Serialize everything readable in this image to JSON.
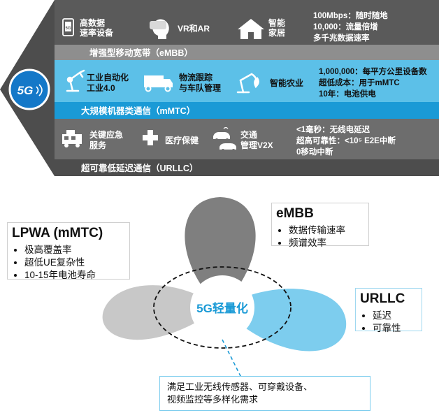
{
  "badge": {
    "label": "5G"
  },
  "embb": {
    "band_label": "增强型移动宽带（eMBB）",
    "items": [
      {
        "icon": "phone-icon",
        "line1": "高数据",
        "line2": "速率设备"
      },
      {
        "icon": "vr-headset-icon",
        "line1": "VR和AR",
        "line2": ""
      },
      {
        "icon": "house-icon",
        "line1": "智能",
        "line2": "家居"
      }
    ],
    "spec": [
      "100Mbps：随时随地",
      "10,000：流量倍增",
      "多千兆数据速率"
    ]
  },
  "mmtc": {
    "band_label": "大规模机器类通信（mMTC）",
    "items": [
      {
        "icon": "robot-arm-icon",
        "line1": "工业自动化",
        "line2": "工业4.0"
      },
      {
        "icon": "truck-icon",
        "line1": "物流跟踪",
        "line2": "与车队管理"
      },
      {
        "icon": "agri-robot-icon",
        "line1": "智能农业",
        "line2": ""
      }
    ],
    "spec": [
      "1,000,000：每平方公里设备数",
      "超低成本：用于mMTC",
      "10年：电池供电"
    ]
  },
  "urllc": {
    "band_label": "超可靠低延迟通信（URLLC）",
    "items": [
      {
        "icon": "fire-truck-icon",
        "line1": "关键应急",
        "line2": "服务"
      },
      {
        "icon": "medical-cross-icon",
        "line1": "医疗保健",
        "line2": ""
      },
      {
        "icon": "cars-icon",
        "line1": "交通",
        "line2": "管理V2X"
      }
    ],
    "spec": [
      "<1毫秒：无线电延迟",
      "超高可靠性：<10⁵ E2E中断",
      "0移动中断"
    ]
  },
  "venn": {
    "lpwa": {
      "title": "LPWA (mMTC)",
      "bullets": [
        "极高覆盖率",
        "超低UE复杂性",
        "10-15年电池寿命"
      ]
    },
    "embb": {
      "title": "eMBB",
      "bullets": [
        "数据传输速率",
        "频谱效率"
      ]
    },
    "urllc": {
      "title": "URLLC",
      "bullets": [
        "延迟",
        "可靠性"
      ]
    },
    "center_label": "5G轻量化",
    "note": [
      "满足工业无线传感器、可穿戴设备、",
      "视频监控等多样化需求"
    ]
  },
  "colors": {
    "dark_panel": "#4d4d4d",
    "mid_panel": "#6d6d6d",
    "light_band": "#8e8e8e",
    "blue_row": "#5cc0e8",
    "blue_band": "#1a9ad6",
    "badge": "#1478c8",
    "grey_lobe": "#c8c8c8",
    "dark_lobe": "#7f7f7f",
    "blue_lobe": "#7dcdee"
  }
}
